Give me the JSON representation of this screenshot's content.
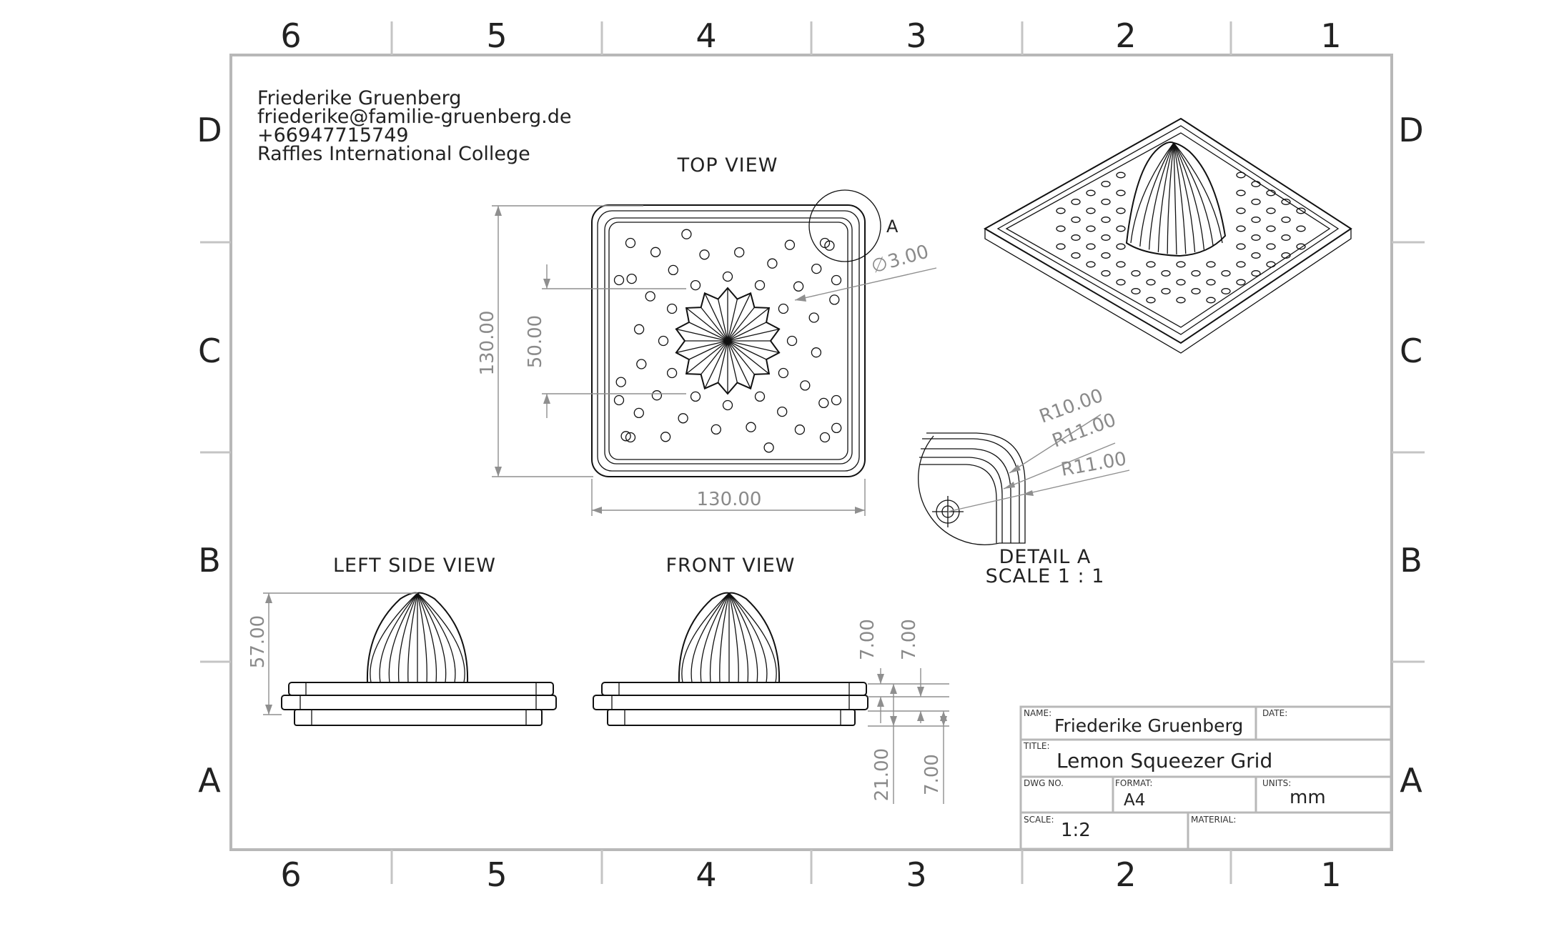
{
  "zones": {
    "columns": [
      "6",
      "5",
      "4",
      "3",
      "2",
      "1"
    ],
    "rows": [
      "D",
      "C",
      "B",
      "A"
    ]
  },
  "author": {
    "name": "Friederike Gruenberg",
    "email": "friederike@familie-gruenberg.de",
    "phone": "+66947715749",
    "school": "Raffles International College"
  },
  "views": {
    "top": "TOP VIEW",
    "left": "LEFT SIDE VIEW",
    "front": "FRONT VIEW",
    "detail_title": "DETAIL A",
    "detail_scale": "SCALE 1 : 1",
    "detail_marker": "A"
  },
  "dimensions": {
    "width": "130.00",
    "height": "130.00",
    "inner": "50.00",
    "hole": "3.00",
    "hole_symbol": "∅",
    "r1": "R10.00",
    "r2": "R11.00",
    "r3": "R11.00",
    "cone_height": "57.00",
    "h1": "7.00",
    "h2": "7.00",
    "h3": "21.00",
    "h4": "7.00"
  },
  "title_block": {
    "name_label": "NAME:",
    "name_value": "Friederike Gruenberg",
    "date_label": "DATE:",
    "title_label": "TITLE:",
    "title_value": "Lemon Squeezer Grid",
    "dwg_label": "DWG NO.",
    "format_label": "FORMAT:",
    "format_value": "A4",
    "units_label": "UNITS:",
    "units_value": "mm",
    "scale_label": "SCALE:",
    "scale_value": "1:2",
    "material_label": "MATERIAL:"
  }
}
